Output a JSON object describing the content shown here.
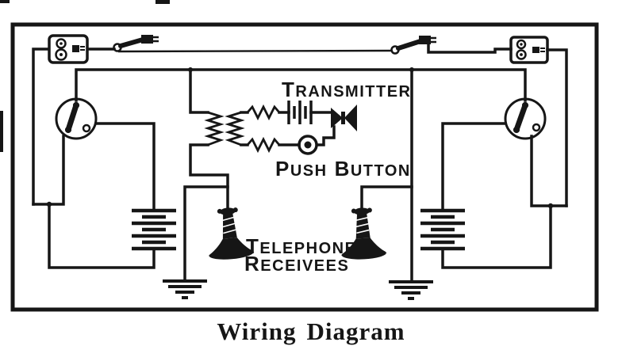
{
  "figure": {
    "caption": {
      "word1": "Wiring",
      "word2": "Diagram"
    },
    "labels": {
      "transmitter": {
        "initial": "T",
        "rest": "RANSMITTER"
      },
      "push_button_word1": {
        "initial": "P",
        "rest": "USH"
      },
      "push_button_word2": {
        "initial": "B",
        "rest": "UTTON"
      },
      "receivers_line1": {
        "initial": "T",
        "rest": "ELEPHONE"
      },
      "receivers_line2": {
        "initial": "R",
        "rest": "ECEIVEES"
      }
    },
    "colors": {
      "ink": "#161616",
      "paper": "#ffffff"
    },
    "icons": [
      "terminal-box-icon",
      "line-switch-icon",
      "hook-switch-dial-icon",
      "induction-coil-icon",
      "resistor-icon",
      "transmitter-battery-icon",
      "transmitter-horn-icon",
      "push-button-icon",
      "telephone-receiver-icon",
      "battery-icon",
      "ground-icon"
    ]
  }
}
